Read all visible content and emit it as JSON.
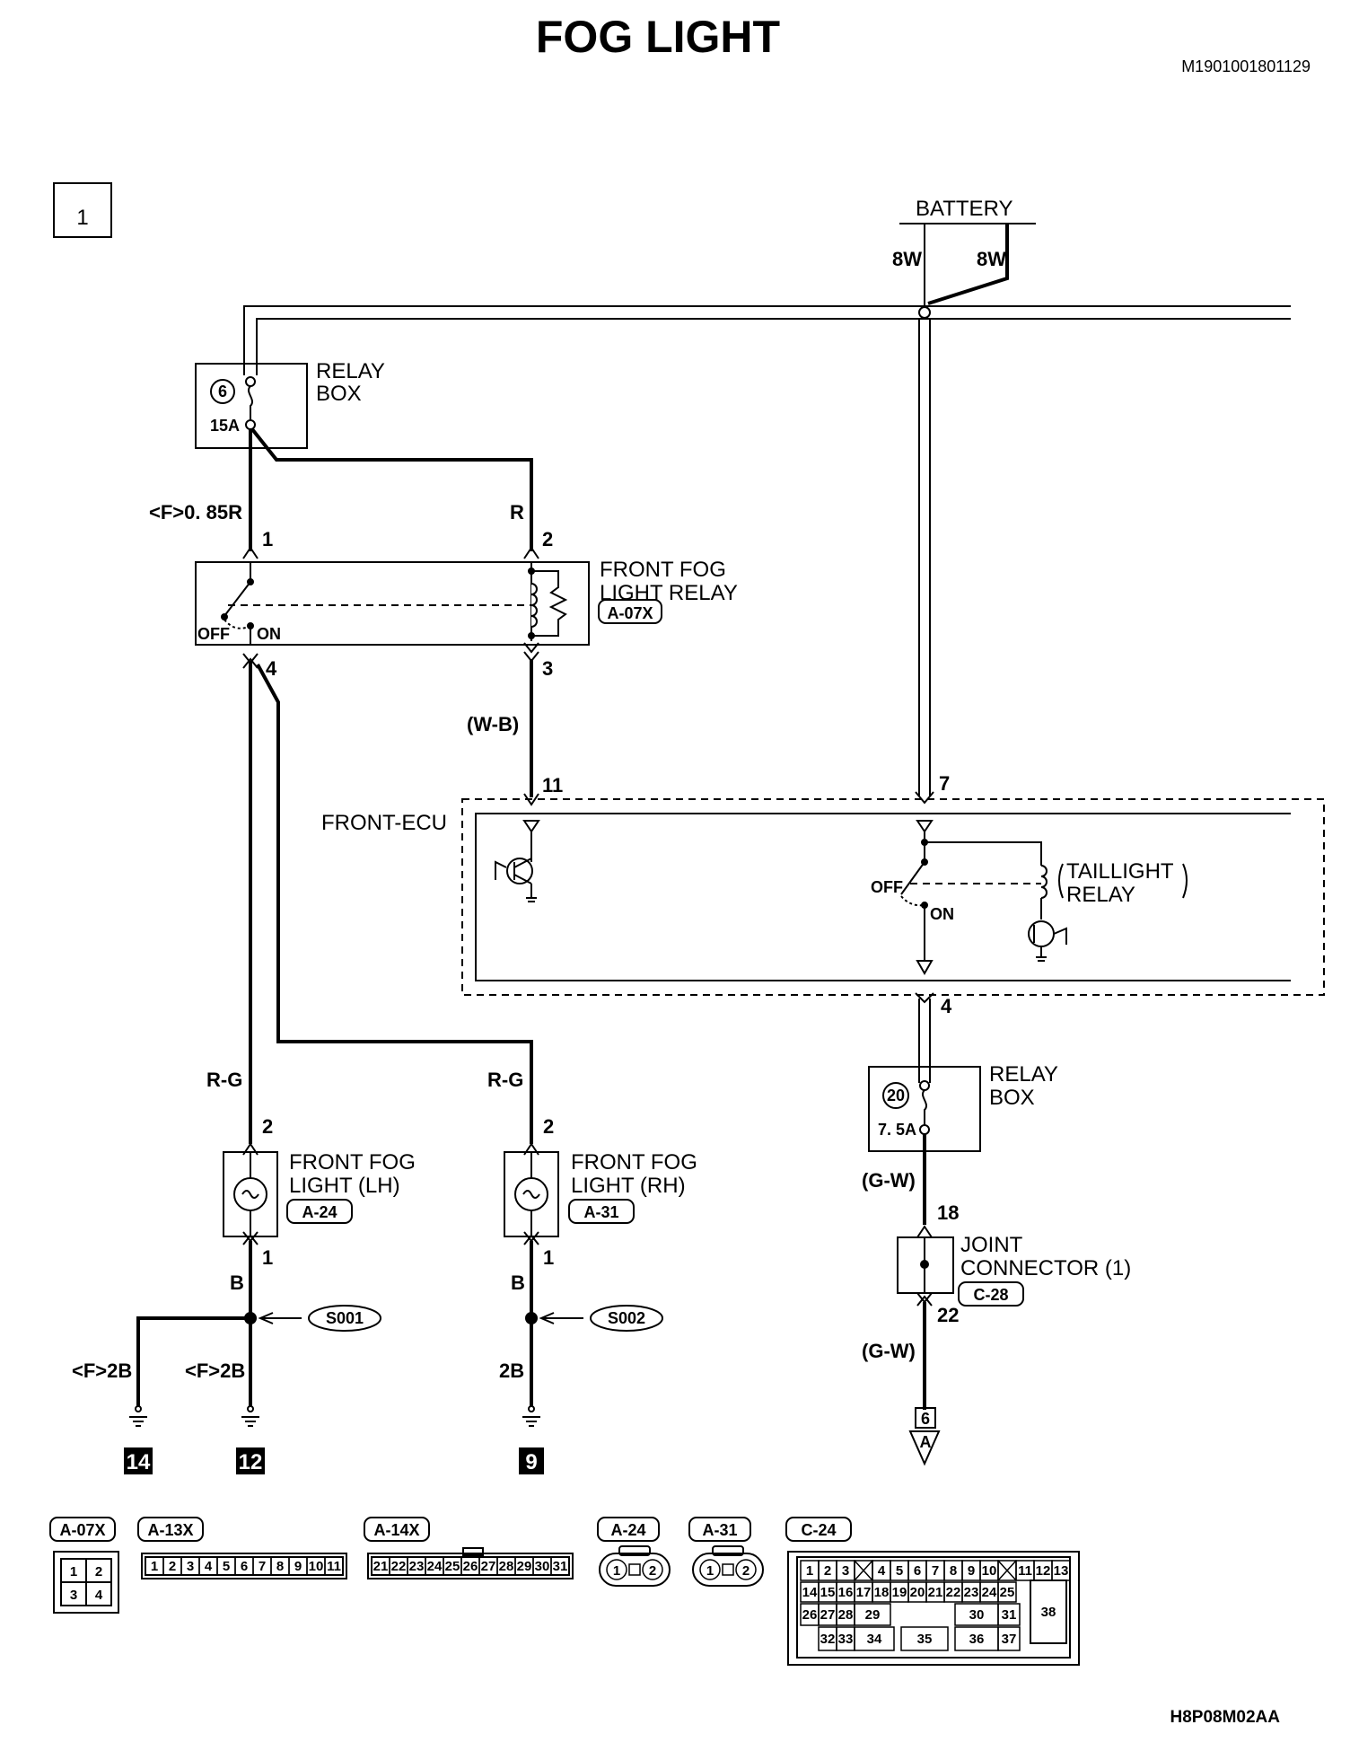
{
  "title": "FOG LIGHT",
  "doc_id": "M1901001801129",
  "figure_code": "H8P08M02AA",
  "page_number": "1",
  "battery": {
    "label": "BATTERY",
    "wire_left": "8W",
    "wire_right": "8W"
  },
  "relay_box_top": {
    "label_line1": "RELAY",
    "label_line2": "BOX",
    "fuse_no": "6",
    "rating": "15A"
  },
  "relay_box_bottom": {
    "label_line1": "RELAY",
    "label_line2": "BOX",
    "fuse_no": "20",
    "rating": "7. 5A"
  },
  "fog_relay": {
    "label_line1": "FRONT FOG",
    "label_line2": "LIGHT RELAY",
    "connector": "A-07X",
    "pin1": "1",
    "pin2": "2",
    "pin3": "3",
    "pin4": "4",
    "off": "OFF",
    "on": "ON"
  },
  "ecu": {
    "label": "FRONT-ECU",
    "pin11": "11",
    "pin7": "7",
    "pin4": "4",
    "taillight_line1": "TAILLIGHT",
    "taillight_line2": "RELAY",
    "off": "OFF",
    "on": "ON"
  },
  "fog_lh": {
    "label_line1": "FRONT FOG",
    "label_line2": "LIGHT (LH)",
    "connector": "A-24",
    "pin_top": "2",
    "pin_bottom": "1"
  },
  "fog_rh": {
    "label_line1": "FRONT FOG",
    "label_line2": "LIGHT (RH)",
    "connector": "A-31",
    "pin_top": "2",
    "pin_bottom": "1"
  },
  "joint": {
    "label_line1": "JOINT",
    "label_line2": "CONNECTOR (1)",
    "connector": "C-28",
    "pin_top": "18",
    "pin_bottom": "22"
  },
  "wires": {
    "w_f085r": "<F>0. 85R",
    "w_r": "R",
    "w_wb": "(W-B)",
    "w_rg_left": "R-G",
    "w_rg_right": "R-G",
    "w_b_left": "B",
    "w_b_right": "B",
    "w_f2b_a": "<F>2B",
    "w_f2b_b": "<F>2B",
    "w_2b": "2B",
    "w_gw_top": "(G-W)",
    "w_gw_bottom": "(G-W)"
  },
  "splices": {
    "s001": "S001",
    "s002": "S002"
  },
  "grounds": {
    "g14": "14",
    "g12": "12",
    "g9": "9"
  },
  "offpage": {
    "number": "6",
    "letter": "A"
  },
  "connector_views": {
    "a07x": {
      "label": "A-07X",
      "pins": [
        "1",
        "2",
        "3",
        "4"
      ]
    },
    "a13x": {
      "label": "A-13X",
      "pins": [
        "1",
        "2",
        "3",
        "4",
        "5",
        "6",
        "7",
        "8",
        "9",
        "10",
        "11"
      ]
    },
    "a14x": {
      "label": "A-14X",
      "pins": [
        "21",
        "22",
        "23",
        "24",
        "25",
        "26",
        "27",
        "28",
        "29",
        "30",
        "31"
      ]
    },
    "a24": {
      "label": "A-24",
      "pins": [
        "1",
        "2"
      ]
    },
    "a31": {
      "label": "A-31",
      "pins": [
        "1",
        "2"
      ]
    },
    "c24": {
      "label": "C-24",
      "row1": [
        "1",
        "2",
        "3",
        "",
        "4",
        "5",
        "6",
        "7",
        "8",
        "9",
        "10",
        "",
        "11",
        "12",
        "13"
      ],
      "row2": [
        "14",
        "15",
        "16",
        "17",
        "18",
        "19",
        "20",
        "21",
        "22",
        "23",
        "24",
        "25"
      ],
      "row3": [
        "26",
        "27",
        "28",
        "29",
        "30",
        "31"
      ],
      "row4": [
        "32",
        "33",
        "34",
        "35",
        "36",
        "37"
      ],
      "big": "38"
    }
  }
}
